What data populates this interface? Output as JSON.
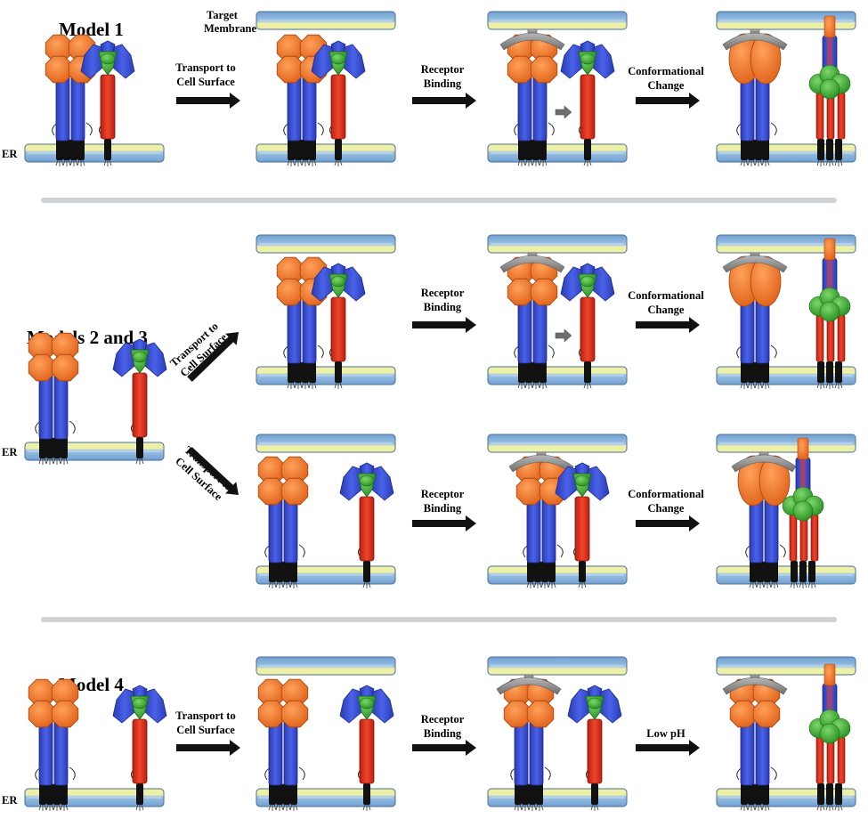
{
  "labels": {
    "model1": "Model 1",
    "models23": "Models 2 and 3",
    "model4": "Model 4",
    "er": "ER",
    "target_line1": "Target",
    "target_line2": "Membrane",
    "transport_line1": "Transport to",
    "transport_line2": "Cell Surface",
    "receptor_line1": "Receptor",
    "receptor_line2": "Binding",
    "conf_line1": "Conformational",
    "conf_line2": "Change",
    "low_ph": "Low pH"
  },
  "colors": {
    "orange": "#f07a2a",
    "blue": "#3a4fd6",
    "red": "#e0301e",
    "green": "#3cae3a",
    "gray": "#8a8a8a",
    "membrane_blue": "#9ec3e6",
    "membrane_yellow": "#eef0a8",
    "tm_black": "#111111",
    "separator": "#cfd3d6"
  },
  "icons": [
    "membrane",
    "attachment-protein",
    "fusion-protein",
    "receptor",
    "arrow"
  ]
}
